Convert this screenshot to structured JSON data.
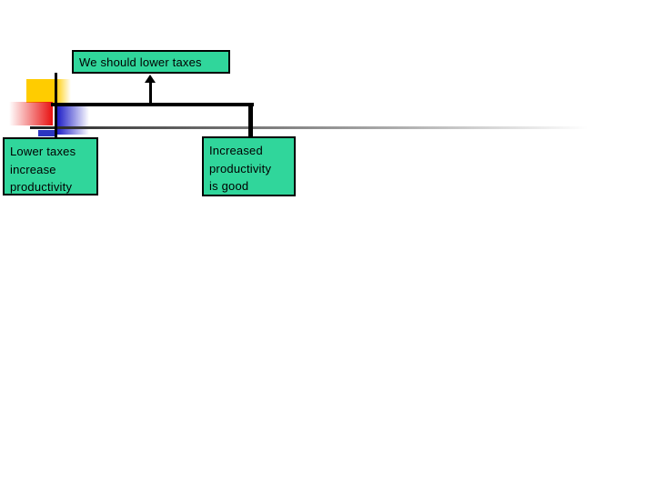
{
  "slide": {
    "diagram": {
      "type": "argument-map",
      "conclusion": "We should lower taxes",
      "premise_left": "Lower taxes\nincrease\nproductivity",
      "premise_right": "Increased\nproductivity\nis good",
      "links": [
        "premise_left + premise_right -> bracket -> arrow -> conclusion"
      ]
    },
    "colors": {
      "box_fill": "#30D69B",
      "box_border": "#000000",
      "text": "#000000",
      "connector": "#000000",
      "accent_yellow": "#FFCC00",
      "accent_red": "#E81010",
      "accent_blue": "#2020C8",
      "accent_navy": "#2B35C0",
      "rule_gray": "#808080",
      "background": "#FFFFFF"
    }
  }
}
